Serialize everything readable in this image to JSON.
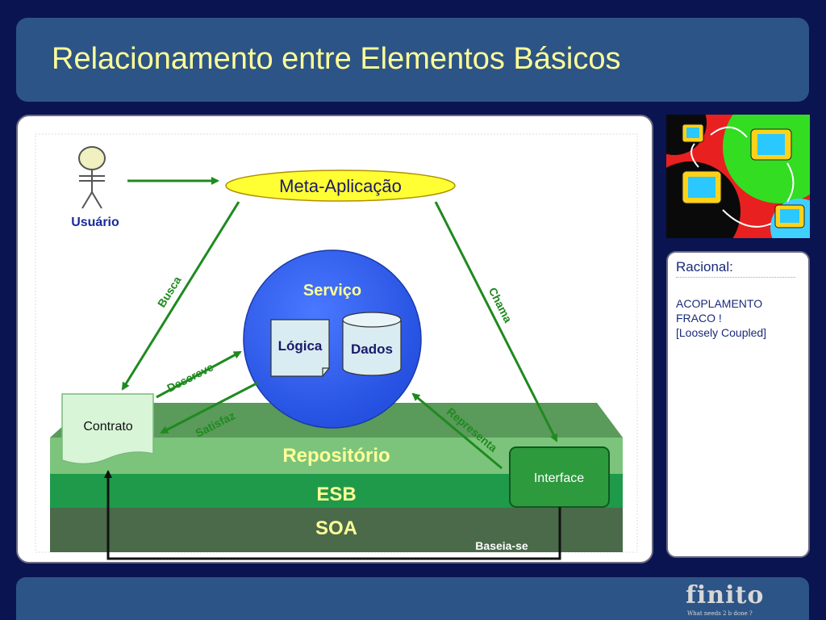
{
  "title": "Relacionamento entre Elementos Básicos",
  "diagram": {
    "user_label": "Usuário",
    "meta_app": "Meta-Aplicação",
    "service": "Serviço",
    "logic": "Lógica",
    "data": "Dados",
    "contract": "Contrato",
    "interface": "Interface",
    "repository": "Repositório",
    "esb": "ESB",
    "soa": "SOA",
    "arrows": {
      "busca": "Busca",
      "chama": "Chama",
      "descreve": "Descreve",
      "satisfaz": "Satisfaz",
      "representa": "Representa",
      "baseia": "Baseia-se"
    }
  },
  "racional": {
    "title": "Racional:",
    "lines": [
      "ACOPLAMENTO",
      "FRACO !",
      "[Loosely Coupled]"
    ]
  },
  "logo": {
    "text": "finito",
    "tagline": "What needs 2 b done ?"
  },
  "colors": {
    "background": "#0a1450",
    "bar": "#2d5486",
    "title_text": "#ffff99",
    "arrow_green": "#1f8a1f",
    "service_blue": "#3366ee",
    "repository_green": "#7cc47c",
    "esb_green": "#1f9a4a",
    "soa_green": "#4a6a4a"
  }
}
